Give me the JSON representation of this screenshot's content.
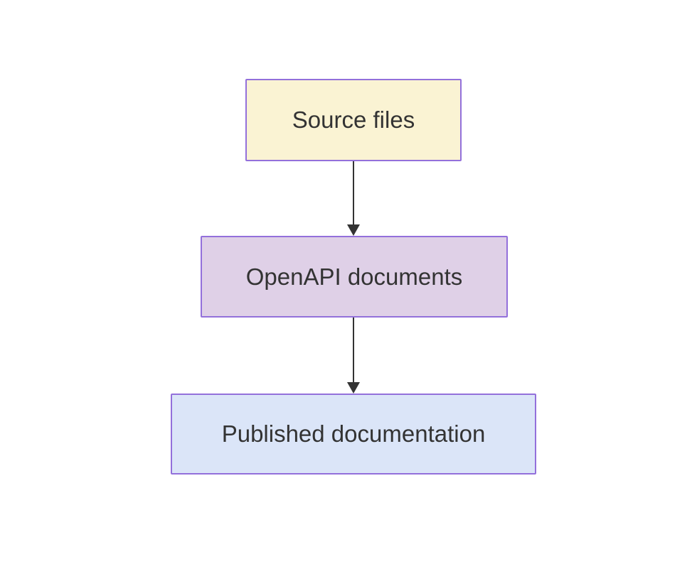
{
  "diagram": {
    "type": "flowchart",
    "direction": "top-down",
    "background_color": "#ffffff",
    "node_border_color": "#9370DB",
    "node_text_color": "#333333",
    "edge_color": "#333333",
    "nodes": [
      {
        "id": "source",
        "label": "Source files",
        "fill": "#faf3d3"
      },
      {
        "id": "openapi",
        "label": "OpenAPI documents",
        "fill": "#dfd0e7"
      },
      {
        "id": "published",
        "label": "Published documentation",
        "fill": "#dbe5f8"
      }
    ],
    "edges": [
      {
        "from": "Source files",
        "to": "OpenAPI documents"
      },
      {
        "from": "OpenAPI documents",
        "to": "Published documentation"
      }
    ]
  }
}
